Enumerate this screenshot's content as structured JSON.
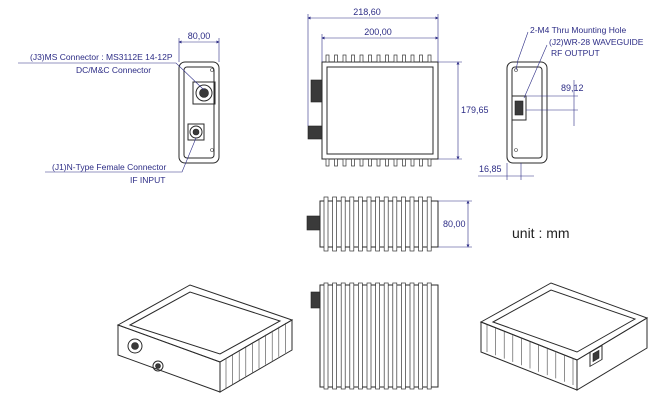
{
  "annotations": {
    "j3_connector": "(J3)MS Connector : MS3112E 14-12P",
    "j3_function": "DC/M&C Connector",
    "j1_connector": "(J1)N-Type Female Connector",
    "j1_function": "IF INPUT",
    "mounting_hole": "2-M4 Thru Mounting Hole",
    "j2_connector": "(J2)WR-28 WAVEGUIDE",
    "j2_function": "RF OUTPUT",
    "unit_label": "unit : mm"
  },
  "dimensions": {
    "left_view_width": "80,00",
    "overall_length": "218,60",
    "body_length": "200,00",
    "body_height": "179,65",
    "waveguide_height": "89,12",
    "waveguide_offset": "16,85",
    "side_height": "80,00"
  },
  "colors": {
    "dimension": "#2d2d86",
    "outline": "#2a2a2a"
  }
}
